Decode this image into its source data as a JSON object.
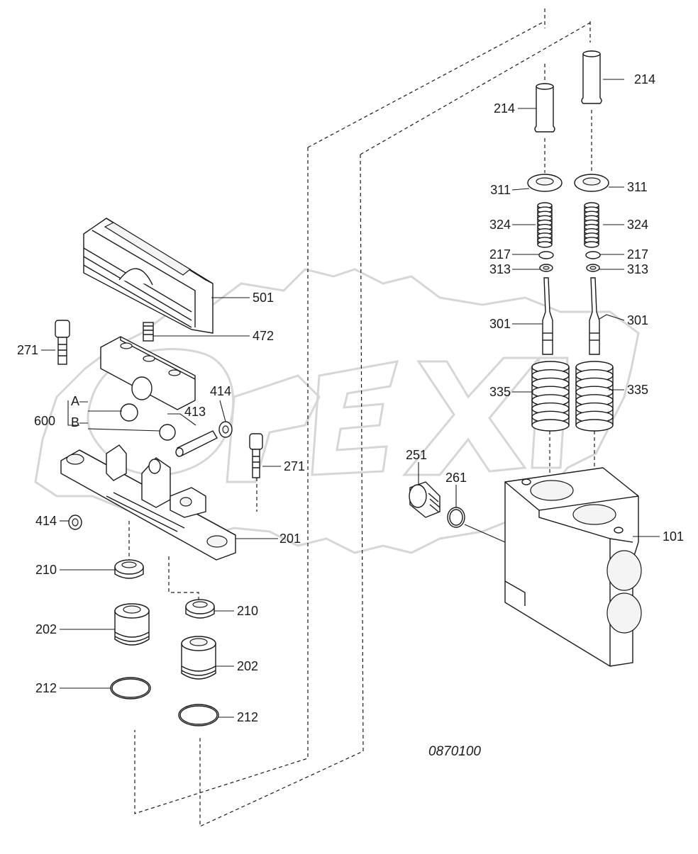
{
  "drawing_number": "0870100",
  "watermark": "OPEX",
  "callouts": {
    "c214_left": "214",
    "c214_right": "214",
    "c311_left": "311",
    "c311_right": "311",
    "c324_left": "324",
    "c324_right": "324",
    "c217_left": "217",
    "c217_right": "217",
    "c313_left": "313",
    "c313_right": "313",
    "c301_left": "301",
    "c301_right": "301",
    "c335_left": "335",
    "c335_right": "335",
    "c501": "501",
    "c472": "472",
    "c271_top": "271",
    "c271_mid": "271",
    "c414_top": "414",
    "c414_bottom": "414",
    "c413": "413",
    "c600": "600",
    "cA": "A",
    "cB": "B",
    "c251": "251",
    "c261": "261",
    "c101": "101",
    "c201": "201",
    "c210_left": "210",
    "c210_right": "210",
    "c202_left": "202",
    "c202_right": "202",
    "c212_left": "212",
    "c212_right": "212"
  }
}
